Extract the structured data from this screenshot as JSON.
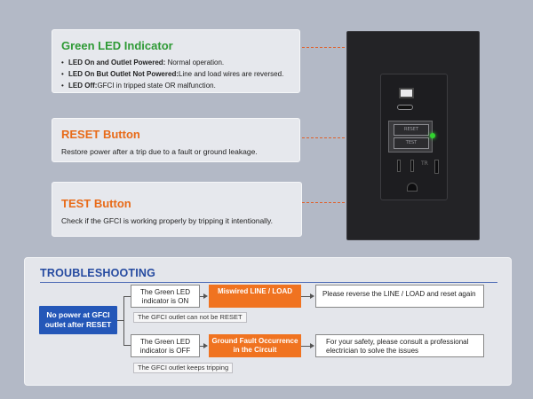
{
  "green_card": {
    "title": "Green LED Indicator",
    "bullets": [
      {
        "label": "LED On and Outlet Powered:",
        "text": " Normal operation."
      },
      {
        "label": "LED On But Outlet Not Powered:",
        "text": "Line and load wires are reversed."
      },
      {
        "label": "LED Off:",
        "text": "GFCI in tripped state OR malfunction."
      }
    ]
  },
  "reset_card": {
    "title": "RESET Button",
    "text": "Restore power after a trip due to a fault or ground leakage."
  },
  "test_card": {
    "title": "TEST Button",
    "text": "Check if the GFCI is working properly by tripping it intentionally."
  },
  "outlet": {
    "reset_label": "RESET",
    "test_label": "TEST",
    "tr_label": "TR",
    "led_color": "#31d42f",
    "plate_color": "#232326"
  },
  "troubleshooting": {
    "title": "TROUBLESHOOTING",
    "start": "No power at GFCI outlet after RESET",
    "branch_on": {
      "condition": "The Green LED indicator is ON",
      "cause": "Miswired LINE / LOAD",
      "action": "Please reverse the LINE / LOAD and reset again",
      "note": "The GFCI outlet can not be RESET"
    },
    "branch_off": {
      "condition": "The Green LED indicator is OFF",
      "cause": "Ground Fault Occurrence in the Circuit",
      "action": "For your safety, please consult a professional electrician to solve the issues",
      "note": "The GFCI outlet keeps tripping"
    }
  },
  "colors": {
    "accent_orange": "#f07320",
    "accent_green": "#2e9a35",
    "accent_blue": "#2457b8"
  }
}
